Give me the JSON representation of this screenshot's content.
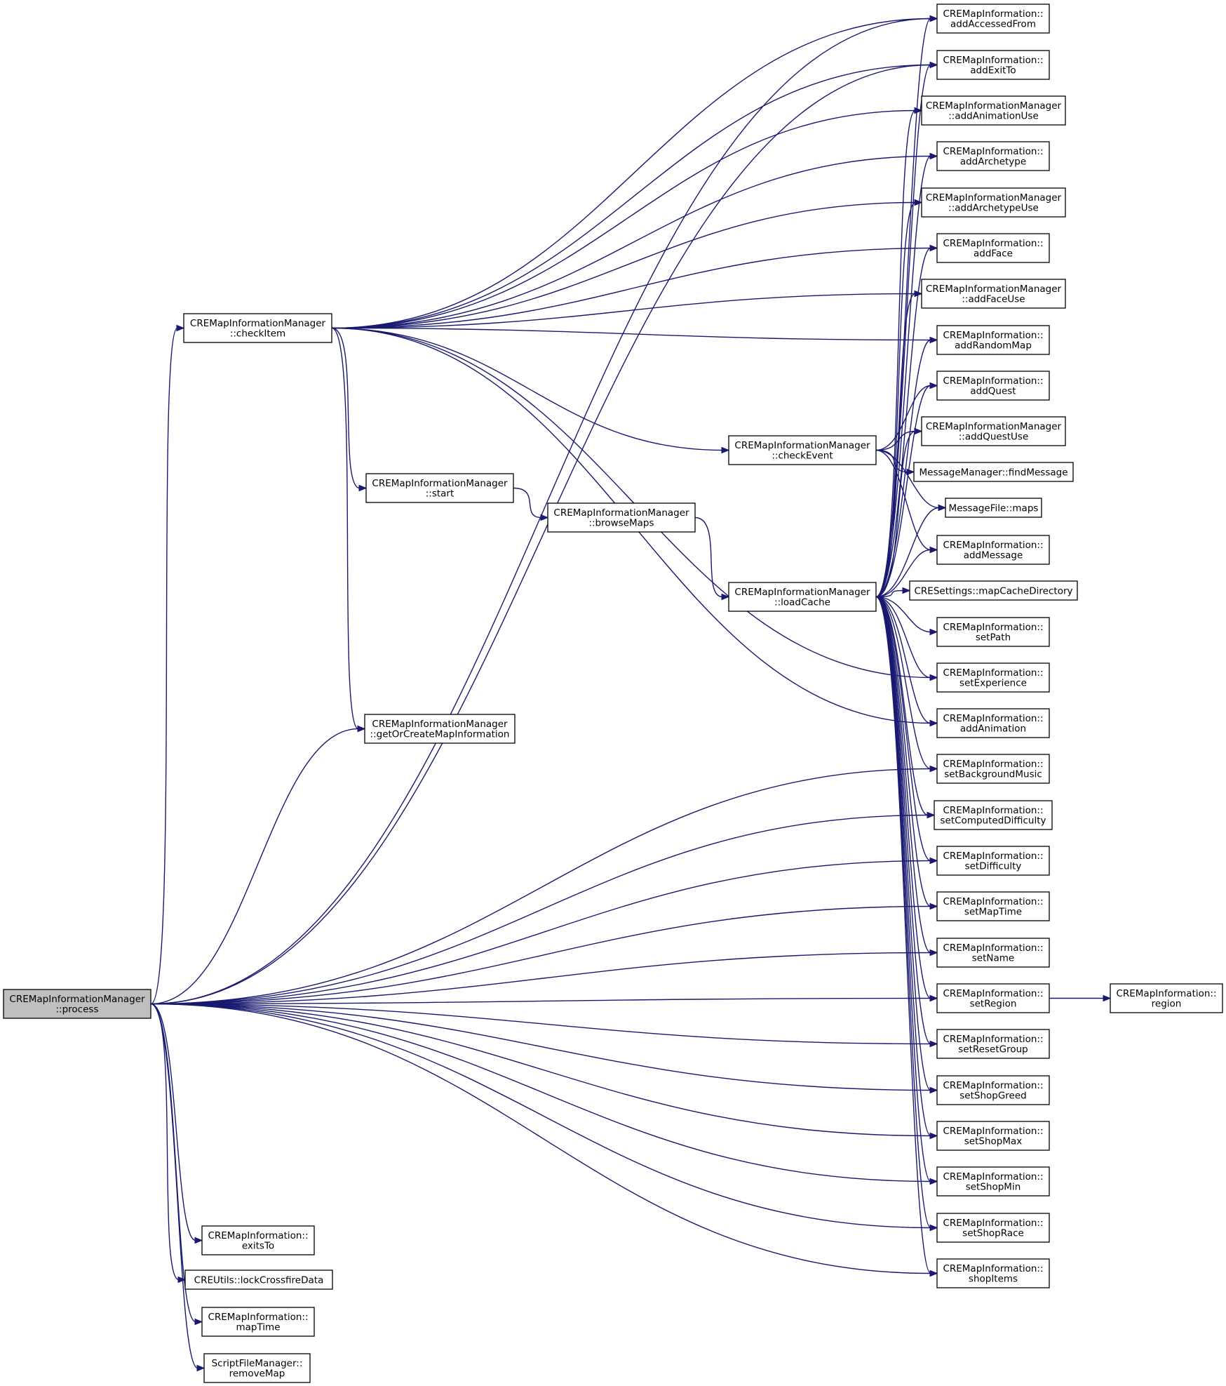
{
  "diagram": {
    "type": "call-graph",
    "colors": {
      "edge": "#191970",
      "root_fill": "#bfbfbf",
      "node_fill": "#ffffff",
      "node_border": "#000000"
    },
    "nodes": [
      {
        "id": "process",
        "lines": [
          "CREMapInformationManager",
          "::process"
        ]
      },
      {
        "id": "checkItem",
        "lines": [
          "CREMapInformationManager",
          "::checkItem"
        ]
      },
      {
        "id": "start",
        "lines": [
          "CREMapInformationManager",
          "::start"
        ]
      },
      {
        "id": "browseMaps",
        "lines": [
          "CREMapInformationManager",
          "::browseMaps"
        ]
      },
      {
        "id": "checkEvent",
        "lines": [
          "CREMapInformationManager",
          "::checkEvent"
        ]
      },
      {
        "id": "loadCache",
        "lines": [
          "CREMapInformationManager",
          "::loadCache"
        ]
      },
      {
        "id": "getOrCreate",
        "lines": [
          "CREMapInformationManager",
          "::getOrCreateMapInformation"
        ]
      },
      {
        "id": "exitsTo",
        "lines": [
          "CREMapInformation::",
          "exitsTo"
        ]
      },
      {
        "id": "lockCrossfire",
        "lines": [
          "CREUtils::lockCrossfireData"
        ]
      },
      {
        "id": "mapTime",
        "lines": [
          "CREMapInformation::",
          "mapTime"
        ]
      },
      {
        "id": "removeMap",
        "lines": [
          "ScriptFileManager::",
          "removeMap"
        ]
      },
      {
        "id": "addAccessedFrom",
        "lines": [
          "CREMapInformation::",
          "addAccessedFrom"
        ]
      },
      {
        "id": "addExitTo",
        "lines": [
          "CREMapInformation::",
          "addExitTo"
        ]
      },
      {
        "id": "addAnimationUse",
        "lines": [
          "CREMapInformationManager",
          "::addAnimationUse"
        ]
      },
      {
        "id": "addArchetype",
        "lines": [
          "CREMapInformation::",
          "addArchetype"
        ]
      },
      {
        "id": "addArchetypeUse",
        "lines": [
          "CREMapInformationManager",
          "::addArchetypeUse"
        ]
      },
      {
        "id": "addFace",
        "lines": [
          "CREMapInformation::",
          "addFace"
        ]
      },
      {
        "id": "addFaceUse",
        "lines": [
          "CREMapInformationManager",
          "::addFaceUse"
        ]
      },
      {
        "id": "addRandomMap",
        "lines": [
          "CREMapInformation::",
          "addRandomMap"
        ]
      },
      {
        "id": "addQuest",
        "lines": [
          "CREMapInformation::",
          "addQuest"
        ]
      },
      {
        "id": "addQuestUse",
        "lines": [
          "CREMapInformationManager",
          "::addQuestUse"
        ]
      },
      {
        "id": "findMessage",
        "lines": [
          "MessageManager::findMessage"
        ]
      },
      {
        "id": "maps",
        "lines": [
          "MessageFile::maps"
        ]
      },
      {
        "id": "addMessage",
        "lines": [
          "CREMapInformation::",
          "addMessage"
        ]
      },
      {
        "id": "mapCacheDir",
        "lines": [
          "CRESettings::mapCacheDirectory"
        ]
      },
      {
        "id": "setPath",
        "lines": [
          "CREMapInformation::",
          "setPath"
        ]
      },
      {
        "id": "setExperience",
        "lines": [
          "CREMapInformation::",
          "setExperience"
        ]
      },
      {
        "id": "addAnimation",
        "lines": [
          "CREMapInformation::",
          "addAnimation"
        ]
      },
      {
        "id": "setBackgroundMusic",
        "lines": [
          "CREMapInformation::",
          "setBackgroundMusic"
        ]
      },
      {
        "id": "setComputedDifficulty",
        "lines": [
          "CREMapInformation::",
          "setComputedDifficulty"
        ]
      },
      {
        "id": "setDifficulty",
        "lines": [
          "CREMapInformation::",
          "setDifficulty"
        ]
      },
      {
        "id": "setMapTime",
        "lines": [
          "CREMapInformation::",
          "setMapTime"
        ]
      },
      {
        "id": "setName",
        "lines": [
          "CREMapInformation::",
          "setName"
        ]
      },
      {
        "id": "setRegion",
        "lines": [
          "CREMapInformation::",
          "setRegion"
        ]
      },
      {
        "id": "region",
        "lines": [
          "CREMapInformation::",
          "region"
        ]
      },
      {
        "id": "setResetGroup",
        "lines": [
          "CREMapInformation::",
          "setResetGroup"
        ]
      },
      {
        "id": "setShopGreed",
        "lines": [
          "CREMapInformation::",
          "setShopGreed"
        ]
      },
      {
        "id": "setShopMax",
        "lines": [
          "CREMapInformation::",
          "setShopMax"
        ]
      },
      {
        "id": "setShopMin",
        "lines": [
          "CREMapInformation::",
          "setShopMin"
        ]
      },
      {
        "id": "setShopRace",
        "lines": [
          "CREMapInformation::",
          "setShopRace"
        ]
      },
      {
        "id": "shopItems",
        "lines": [
          "CREMapInformation::",
          "shopItems"
        ]
      }
    ],
    "edges": [
      [
        "process",
        "addAccessedFrom"
      ],
      [
        "process",
        "addExitTo"
      ],
      [
        "process",
        "checkItem"
      ],
      [
        "process",
        "getOrCreate"
      ],
      [
        "process",
        "setBackgroundMusic"
      ],
      [
        "process",
        "setComputedDifficulty"
      ],
      [
        "process",
        "setDifficulty"
      ],
      [
        "process",
        "setMapTime"
      ],
      [
        "process",
        "setName"
      ],
      [
        "process",
        "setRegion"
      ],
      [
        "process",
        "setResetGroup"
      ],
      [
        "process",
        "setShopGreed"
      ],
      [
        "process",
        "setShopMax"
      ],
      [
        "process",
        "setShopMin"
      ],
      [
        "process",
        "setShopRace"
      ],
      [
        "process",
        "shopItems"
      ],
      [
        "process",
        "exitsTo"
      ],
      [
        "process",
        "lockCrossfire"
      ],
      [
        "process",
        "mapTime"
      ],
      [
        "process",
        "removeMap"
      ],
      [
        "checkItem",
        "addAccessedFrom"
      ],
      [
        "checkItem",
        "addExitTo"
      ],
      [
        "checkItem",
        "addAnimationUse"
      ],
      [
        "checkItem",
        "addArchetype"
      ],
      [
        "checkItem",
        "addArchetypeUse"
      ],
      [
        "checkItem",
        "addFace"
      ],
      [
        "checkItem",
        "addFaceUse"
      ],
      [
        "checkItem",
        "addRandomMap"
      ],
      [
        "checkItem",
        "checkEvent"
      ],
      [
        "checkItem",
        "start"
      ],
      [
        "checkItem",
        "getOrCreate"
      ],
      [
        "checkItem",
        "setExperience"
      ],
      [
        "checkItem",
        "addAnimation"
      ],
      [
        "checkEvent",
        "addQuest"
      ],
      [
        "checkEvent",
        "addQuestUse"
      ],
      [
        "checkEvent",
        "findMessage"
      ],
      [
        "checkEvent",
        "maps"
      ],
      [
        "checkEvent",
        "addMessage"
      ],
      [
        "start",
        "browseMaps"
      ],
      [
        "browseMaps",
        "loadCache"
      ],
      [
        "loadCache",
        "addAccessedFrom"
      ],
      [
        "loadCache",
        "addExitTo"
      ],
      [
        "loadCache",
        "addAnimationUse"
      ],
      [
        "loadCache",
        "addArchetype"
      ],
      [
        "loadCache",
        "addArchetypeUse"
      ],
      [
        "loadCache",
        "addFace"
      ],
      [
        "loadCache",
        "addFaceUse"
      ],
      [
        "loadCache",
        "addRandomMap"
      ],
      [
        "loadCache",
        "addQuest"
      ],
      [
        "loadCache",
        "addQuestUse"
      ],
      [
        "loadCache",
        "maps"
      ],
      [
        "loadCache",
        "addMessage"
      ],
      [
        "loadCache",
        "mapCacheDir"
      ],
      [
        "loadCache",
        "setPath"
      ],
      [
        "loadCache",
        "setExperience"
      ],
      [
        "loadCache",
        "addAnimation"
      ],
      [
        "loadCache",
        "setBackgroundMusic"
      ],
      [
        "loadCache",
        "setComputedDifficulty"
      ],
      [
        "loadCache",
        "setDifficulty"
      ],
      [
        "loadCache",
        "setMapTime"
      ],
      [
        "loadCache",
        "setName"
      ],
      [
        "loadCache",
        "setRegion"
      ],
      [
        "loadCache",
        "setResetGroup"
      ],
      [
        "loadCache",
        "setShopGreed"
      ],
      [
        "loadCache",
        "setShopMax"
      ],
      [
        "loadCache",
        "setShopMin"
      ],
      [
        "loadCache",
        "setShopRace"
      ],
      [
        "loadCache",
        "shopItems"
      ],
      [
        "setRegion",
        "region"
      ]
    ]
  }
}
